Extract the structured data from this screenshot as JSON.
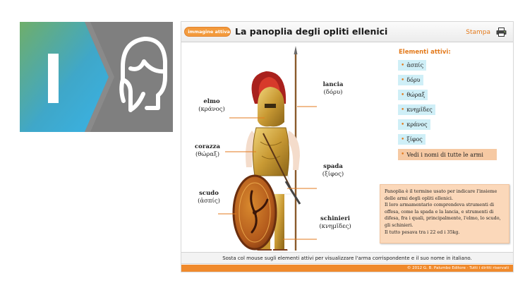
{
  "header": {
    "badge_label": "immagine attiva",
    "title": "La panoplia degli opliti ellenici",
    "print_label": "Stampa"
  },
  "figure_labels": [
    {
      "italian": "lancia",
      "greek": "(δόρυ)"
    },
    {
      "italian": "elmo",
      "greek": "(κράνος)"
    },
    {
      "italian": "corazza",
      "greek": "(θώραξ)"
    },
    {
      "italian": "spada",
      "greek": "(ξίφος)"
    },
    {
      "italian": "scudo",
      "greek": "(ἀσπίς)"
    },
    {
      "italian": "schinieri",
      "greek": "(κνημῖδες)"
    }
  ],
  "active_panel": {
    "title": "Elementi attivi:",
    "items": [
      "ἀσπίς",
      "δόρυ",
      "θώραξ",
      "κνημῖδες",
      "κράνος",
      "ξίφος"
    ],
    "show_all_label": "Vedi i nomi di tutte le armi"
  },
  "description": {
    "lines": [
      "Panoplia è il termine usato per indicare l'insieme delle armi degli opliti ellenici.",
      "Il loro armamentario comprendeva strumenti di offesa, come la spada e la lancia, e strumenti di difesa, fra i quali, principalmente, l'elmo, lo scudo, gli schinieri.",
      "Il tutto pesava tra i 22 ed i 35kg."
    ]
  },
  "instruction": "Sosta col mouse sugli elementi attivi per visualizzare l'arma corrispondente e il suo nome in italiano.",
  "footer": "© 2012 G. B. Palumbo Editore · Tutti i diritti riservati",
  "colors": {
    "accent": "#e37a1c",
    "active_item_bg": "#cfeff7",
    "show_all_bg": "#f6c9a3",
    "description_bg": "#fbd8ba",
    "footer_bg": "#f08a2c"
  },
  "icons": {
    "logo": "publisher-logo-icon",
    "badge": "eye-icon",
    "print": "printer-icon"
  }
}
